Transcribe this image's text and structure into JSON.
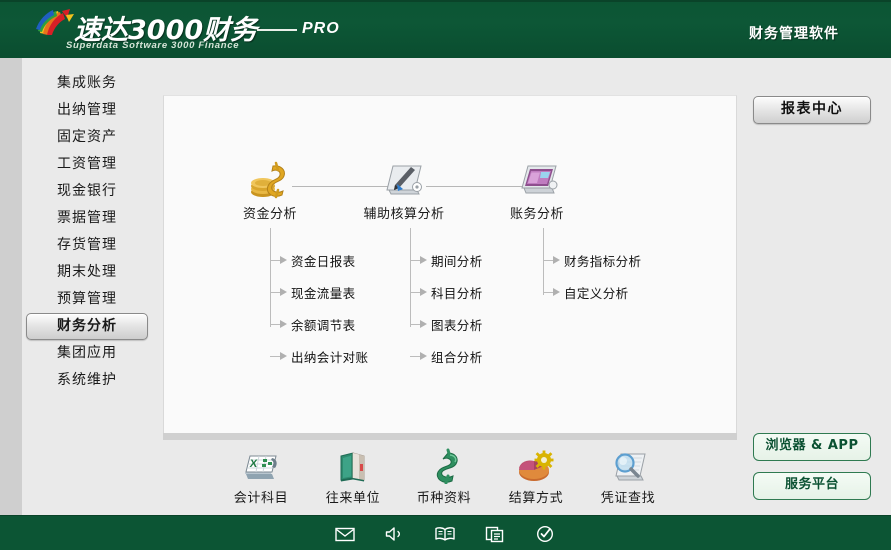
{
  "header": {
    "brand_cn": "速达3000财务",
    "brand_en": "Superdata Software 3000 Finance",
    "edition": "PRO",
    "right_title": "财务管理软件",
    "logo_icon": "rainbow-fan-logo-icon",
    "bg_color": "#0c5534"
  },
  "sidebar": {
    "items": [
      {
        "label": "集成账务",
        "active": false
      },
      {
        "label": "出纳管理",
        "active": false
      },
      {
        "label": "固定资产",
        "active": false
      },
      {
        "label": "工资管理",
        "active": false
      },
      {
        "label": "现金银行",
        "active": false
      },
      {
        "label": "票据管理",
        "active": false
      },
      {
        "label": "存货管理",
        "active": false
      },
      {
        "label": "期末处理",
        "active": false
      },
      {
        "label": "预算管理",
        "active": false
      },
      {
        "label": "财务分析",
        "active": true
      },
      {
        "label": "集团应用",
        "active": false
      },
      {
        "label": "系统维护",
        "active": false
      }
    ]
  },
  "flow": {
    "nodes": [
      {
        "label": "资金分析",
        "icon": "gold-coins-icon"
      },
      {
        "label": "辅助核算分析",
        "icon": "document-pen-icon"
      },
      {
        "label": "账务分析",
        "icon": "monitor-chart-icon"
      }
    ],
    "columns": [
      {
        "parent": "资金分析",
        "items": [
          "资金日报表",
          "现金流量表",
          "余额调节表",
          "出纳会计对账"
        ]
      },
      {
        "parent": "辅助核算分析",
        "items": [
          "期间分析",
          "科目分析",
          "图表分析",
          "组合分析"
        ]
      },
      {
        "parent": "账务分析",
        "items": [
          "财务指标分析",
          "自定义分析"
        ]
      }
    ]
  },
  "toolbar": {
    "items": [
      {
        "label": "会计科目",
        "icon": "spreadsheet-book-icon"
      },
      {
        "label": "往来单位",
        "icon": "green-books-icon"
      },
      {
        "label": "币种资料",
        "icon": "dollar-sign-icon"
      },
      {
        "label": "结算方式",
        "icon": "pie-gear-icon"
      },
      {
        "label": "凭证查找",
        "icon": "magnifier-document-icon"
      }
    ]
  },
  "right_buttons": {
    "report_center": "报表中心",
    "browser_app": "浏览器 & APP",
    "service_platform": "服务平台"
  },
  "statusbar": {
    "icons": [
      {
        "name": "mail-icon"
      },
      {
        "name": "speaker-icon"
      },
      {
        "name": "book-icon"
      },
      {
        "name": "copy-icon"
      },
      {
        "name": "check-circle-icon"
      }
    ],
    "bg_color": "#0c5534"
  }
}
